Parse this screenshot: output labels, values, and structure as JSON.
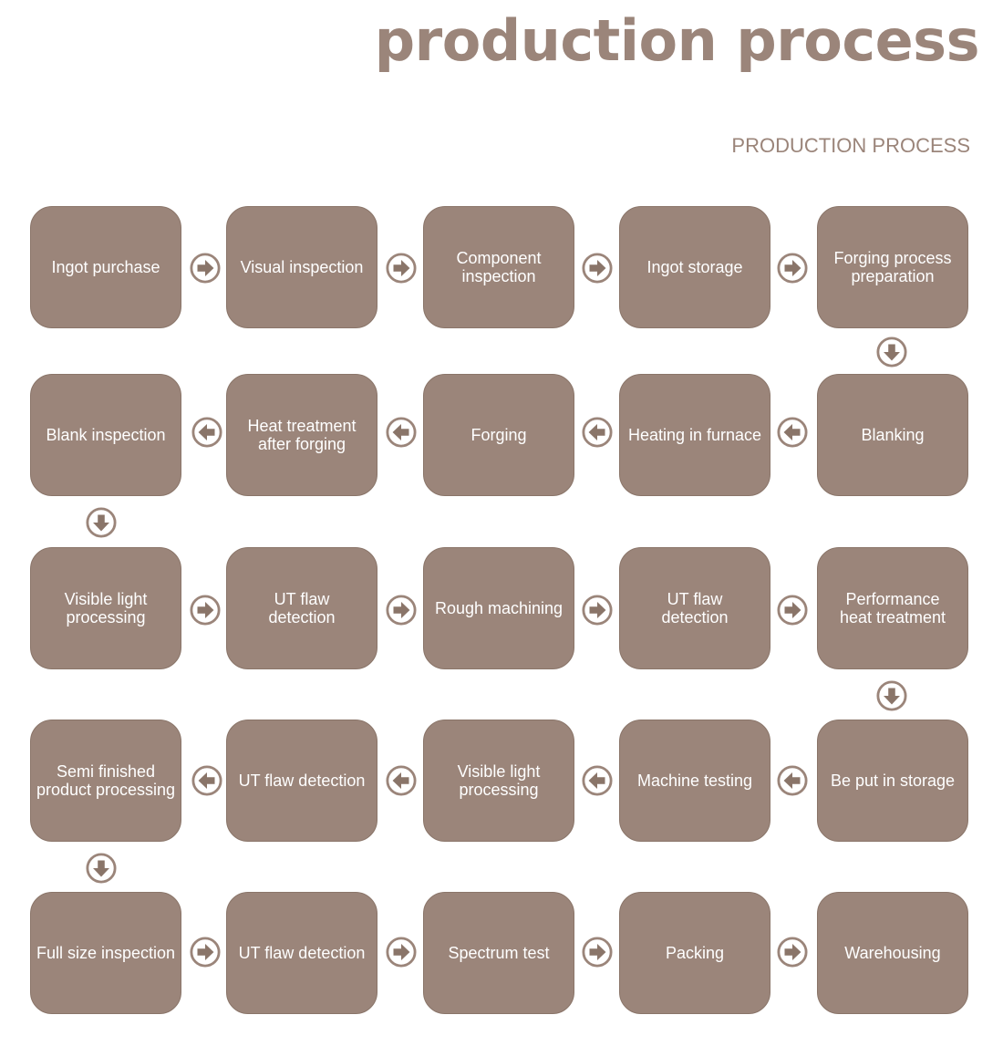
{
  "header": {
    "title": "production process",
    "subtitle": "PRODUCTION PROCESS"
  },
  "colors": {
    "box_fill": "#9b857a",
    "box_border": "#8a7569",
    "text_on_box": "#ffffff",
    "title": "#9b857a",
    "arrow_ring": "#9b857a",
    "arrow_body": "#8a7569"
  },
  "arrow_icon": "circled-arrow-icon",
  "steps": [
    "Ingot purchase",
    "Visual inspection",
    "Component\ninspection",
    "Ingot storage",
    "Forging process\npreparation",
    "Blanking",
    "Heating in furnace",
    "Forging",
    "Heat treatment\nafter forging",
    "Blank inspection",
    "Visible light\nprocessing",
    "UT flaw\ndetection",
    "Rough machining",
    "UT flaw\ndetection",
    "Performance\nheat treatment",
    "Be put in storage",
    "Machine testing",
    "Visible light\nprocessing",
    "UT flaw detection",
    "Semi finished\nproduct processing",
    "Full size inspection",
    "UT flaw detection",
    "Spectrum test",
    "Packing",
    "Warehousing"
  ]
}
